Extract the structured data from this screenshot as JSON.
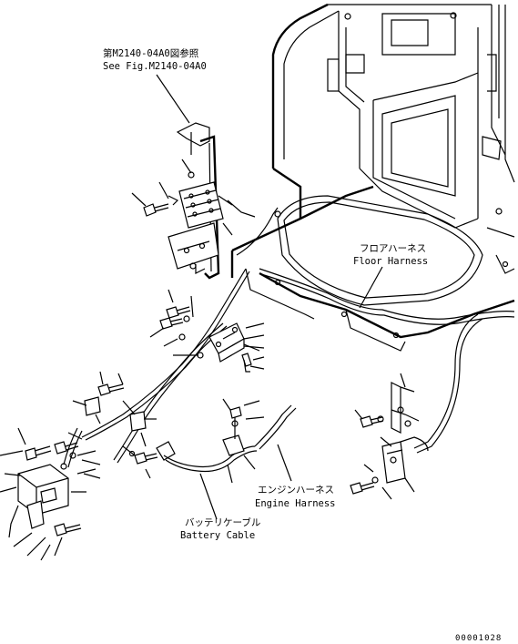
{
  "labels": {
    "see_fig_jp": "第M2140-04A0図参照",
    "see_fig_en": "See Fig.M2140-04A0",
    "floor_harness_jp": "フロアハーネス",
    "floor_harness_en": "Floor Harness",
    "engine_harness_jp": "エンジンハーネス",
    "engine_harness_en": "Engine Harness",
    "battery_cable_jp": "バッテリケーブル",
    "battery_cable_en": "Battery Cable"
  },
  "drawing_code": "00001028"
}
